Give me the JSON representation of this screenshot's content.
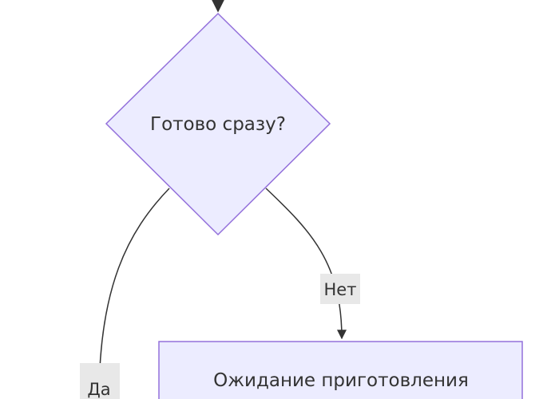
{
  "diagram": {
    "decision": {
      "label": "Готово сразу?"
    },
    "process": {
      "label": "Ожидание приготовления"
    },
    "edges": {
      "no_label": "Нет",
      "yes_label": "Да"
    },
    "colors": {
      "node_fill": "#ececff",
      "node_stroke": "#9370db",
      "edge_stroke": "#333333",
      "text": "#333333",
      "edge_label_bg": "#e8e8e8"
    }
  }
}
